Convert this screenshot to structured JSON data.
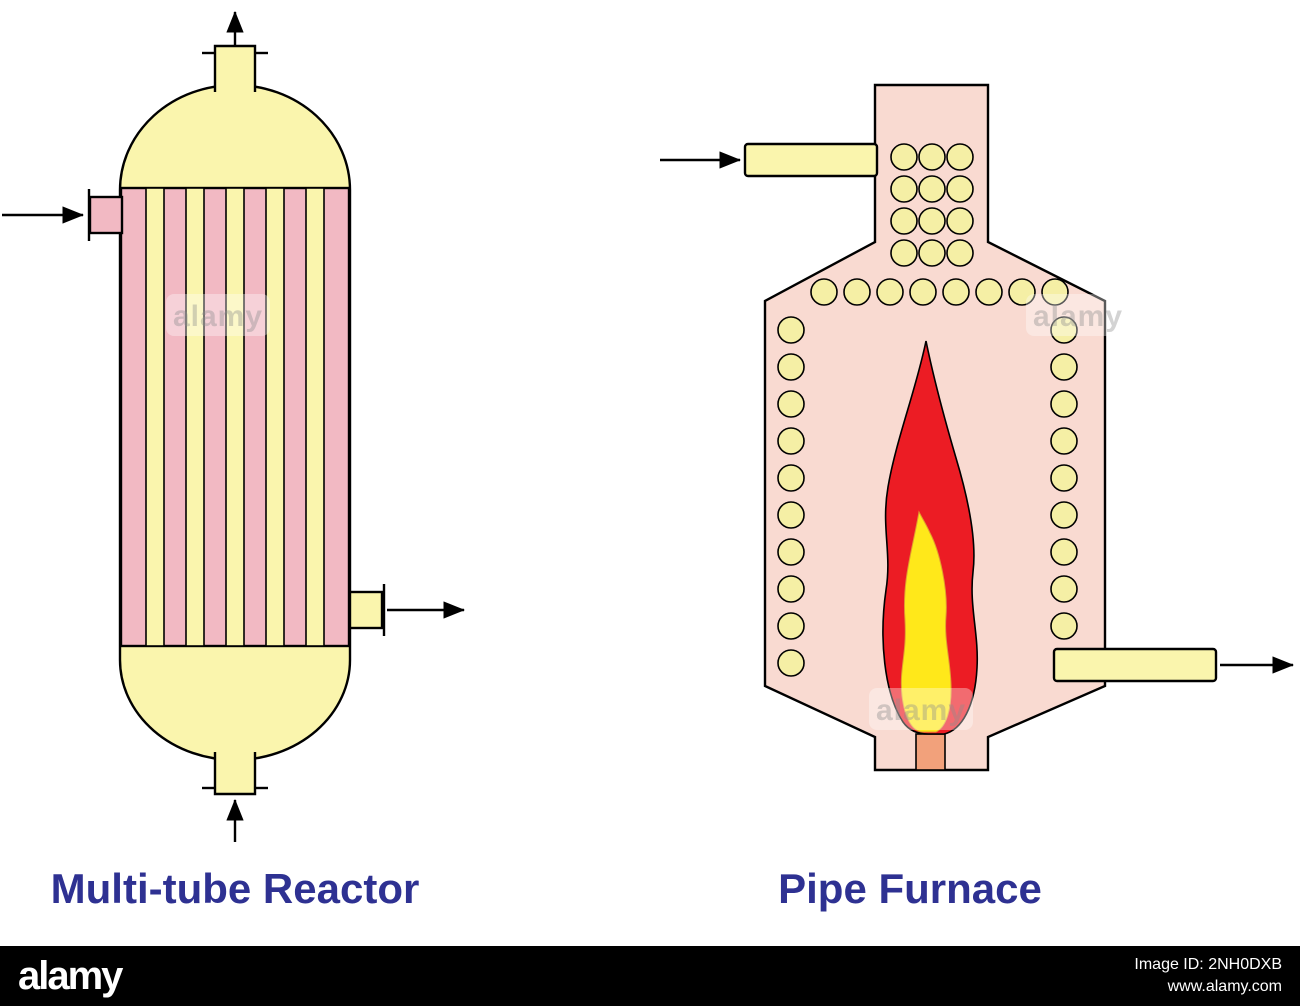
{
  "figure": {
    "left_label": "Multi-tube Reactor",
    "right_label": "Pipe Furnace"
  },
  "watermark": {
    "text": "alamy"
  },
  "footer": {
    "brand": "alamy",
    "image_id": "Image ID: 2NH0DXB",
    "website": "www.alamy.com"
  },
  "colors": {
    "vessel-yellow": "#FAF5AD",
    "shell-pink": "#F2B9C3",
    "furnace-salmon": "#F9DAD1",
    "tube-circle-yellow": "#F5EFA5",
    "flame-red": "#EC1C24",
    "flame-yellow": "#FFE81A",
    "burner-orange": "#F2A17B",
    "label-blue": "#2E3192",
    "outline-black": "#000000",
    "footer-bg": "#000000",
    "footer-text": "#FFFFFF"
  }
}
